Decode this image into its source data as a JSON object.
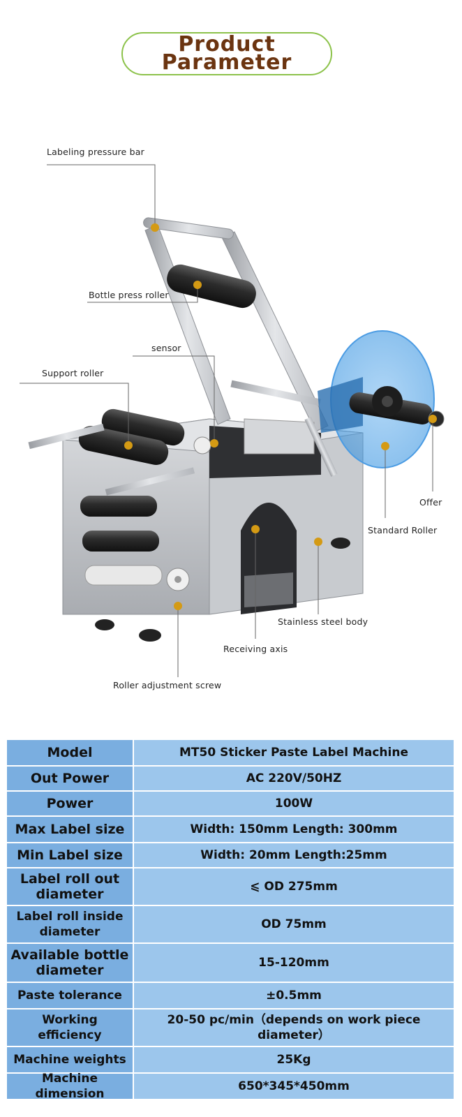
{
  "header": {
    "title_line1": "Product",
    "title_line2": "Parameter"
  },
  "colors": {
    "title_text": "#6b3410",
    "title_border": "#8cc24a",
    "label_cell": "#7aaee0",
    "value_cell": "#9cc6ec",
    "callout_dot": "#d49a14"
  },
  "callouts": [
    {
      "id": "labeling-pressure-bar",
      "text": "Labeling pressure bar"
    },
    {
      "id": "bottle-press-roller",
      "text": "Bottle press roller"
    },
    {
      "id": "sensor",
      "text": "sensor"
    },
    {
      "id": "support-roller",
      "text": "Support roller"
    },
    {
      "id": "offer",
      "text": "Offer"
    },
    {
      "id": "standard-roller",
      "text": "Standard Roller"
    },
    {
      "id": "stainless-steel-body",
      "text": "Stainless steel body"
    },
    {
      "id": "receiving-axis",
      "text": "Receiving axis"
    },
    {
      "id": "roller-adjustment-screw",
      "text": "Roller adjustment screw"
    }
  ],
  "specs": [
    {
      "label": "Model",
      "value": "MT50  Sticker Paste Label Machine"
    },
    {
      "label": "Out Power",
      "value": "AC 220V/50HZ"
    },
    {
      "label": "Power",
      "value": "100W"
    },
    {
      "label": "Max Label size",
      "value": "Width: 150mm  Length: 300mm"
    },
    {
      "label": "Min Label size",
      "value": "Width: 20mm   Length:25mm"
    },
    {
      "label": "Label roll out diameter",
      "value": "⩽ OD 275mm"
    },
    {
      "label": "Label roll inside diameter",
      "value": "OD 75mm"
    },
    {
      "label": "Available bottle diameter",
      "value": "15-120mm"
    },
    {
      "label": "Paste tolerance",
      "value": "±0.5mm"
    },
    {
      "label": "Working efficiency",
      "value": "20-50 pc/min（depends on work piece diameter）"
    },
    {
      "label": "Machine weights",
      "value": "25Kg"
    },
    {
      "label": "Machine dimension",
      "value": "650*345*450mm"
    }
  ]
}
